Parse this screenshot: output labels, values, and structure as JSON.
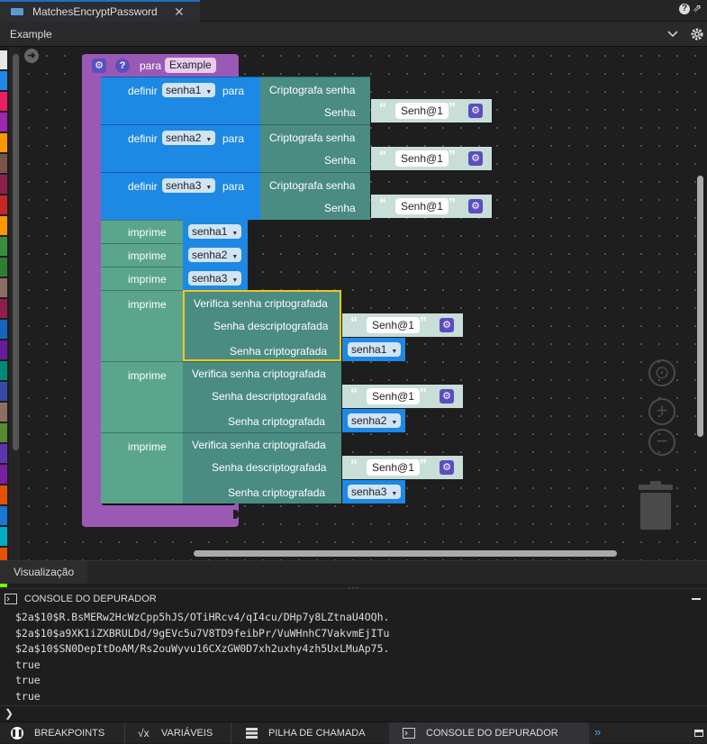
{
  "tab": {
    "title": "MatchesEncryptPassword",
    "close": "✕"
  },
  "window_icons": {
    "help": "?",
    "popout": "⇗"
  },
  "title_bar": {
    "title": "Example"
  },
  "palette_colors": [
    "#e8e8e8",
    "#1e88e5",
    "#e91e63",
    "#9c27b0",
    "#ff9800",
    "#795548",
    "#8e1e50",
    "#c62828",
    "#ff9800",
    "#388e3c",
    "#2e7d32",
    "#8d6e63",
    "#8e1e50",
    "#1565c0",
    "#6a1b9a",
    "#00897b",
    "#3949ab",
    "#8d6e63",
    "#558b2f",
    "#5e35b1",
    "#7b1fa2",
    "#e65100",
    "#1976d2",
    "#00acc1",
    "#e65100",
    "#76ff03",
    "#ff5722"
  ],
  "function_block": {
    "keyword": "para",
    "name": "Example"
  },
  "define_blocks": [
    {
      "keyword": "definir",
      "var": "senha1",
      "to": "para",
      "fn": "Criptografa senha",
      "param": "Senha",
      "value": "Senh@1"
    },
    {
      "keyword": "definir",
      "var": "senha2",
      "to": "para",
      "fn": "Criptografa senha",
      "param": "Senha",
      "value": "Senh@1"
    },
    {
      "keyword": "definir",
      "var": "senha3",
      "to": "para",
      "fn": "Criptografa senha",
      "param": "Senha",
      "value": "Senh@1"
    }
  ],
  "print_simple": [
    {
      "keyword": "imprime",
      "var": "senha1"
    },
    {
      "keyword": "imprime",
      "var": "senha2"
    },
    {
      "keyword": "imprime",
      "var": "senha3"
    }
  ],
  "print_verify": [
    {
      "keyword": "imprime",
      "fn": "Verifica senha criptografada",
      "param1": "Senha descriptografada",
      "value": "Senh@1",
      "param2": "Senha criptografada",
      "var": "senha1"
    },
    {
      "keyword": "imprime",
      "fn": "Verifica senha criptografada",
      "param1": "Senha descriptografada",
      "value": "Senh@1",
      "param2": "Senha criptografada",
      "var": "senha2"
    },
    {
      "keyword": "imprime",
      "fn": "Verifica senha criptografada",
      "param1": "Senha descriptografada",
      "value": "Senh@1",
      "param2": "Senha criptografada",
      "var": "senha3"
    }
  ],
  "workspace_controls": {
    "center": "⊙",
    "zoom_in": "+",
    "zoom_out": "−"
  },
  "visualization_tab": "Visualização",
  "console_header": "CONSOLE DO DEPURADOR",
  "console_lines": [
    "$2a$10$R.BsMERw2HcWzCpp5hJS/OTiHRcv4/qI4cu/DHp7y8LZtnaU4OQh.",
    "$2a$10$a9XK1iZXBRULDd/9gEVc5u7V8TD9feibPr/VuWHnhC7VakvmEjITu",
    "$2a$10$SN0DepItDoAM/Rs2ouWyvu16CXzGW0D7xh2uxhy4zh5UxLMuAp75.",
    "true",
    "true",
    "true"
  ],
  "prompt": "❯",
  "bottom_tabs": [
    "BREAKPOINTS",
    "VARIÁVEIS",
    "PILHA DE CHAMADA",
    "CONSOLE DO DEPURADOR"
  ],
  "more": "»"
}
